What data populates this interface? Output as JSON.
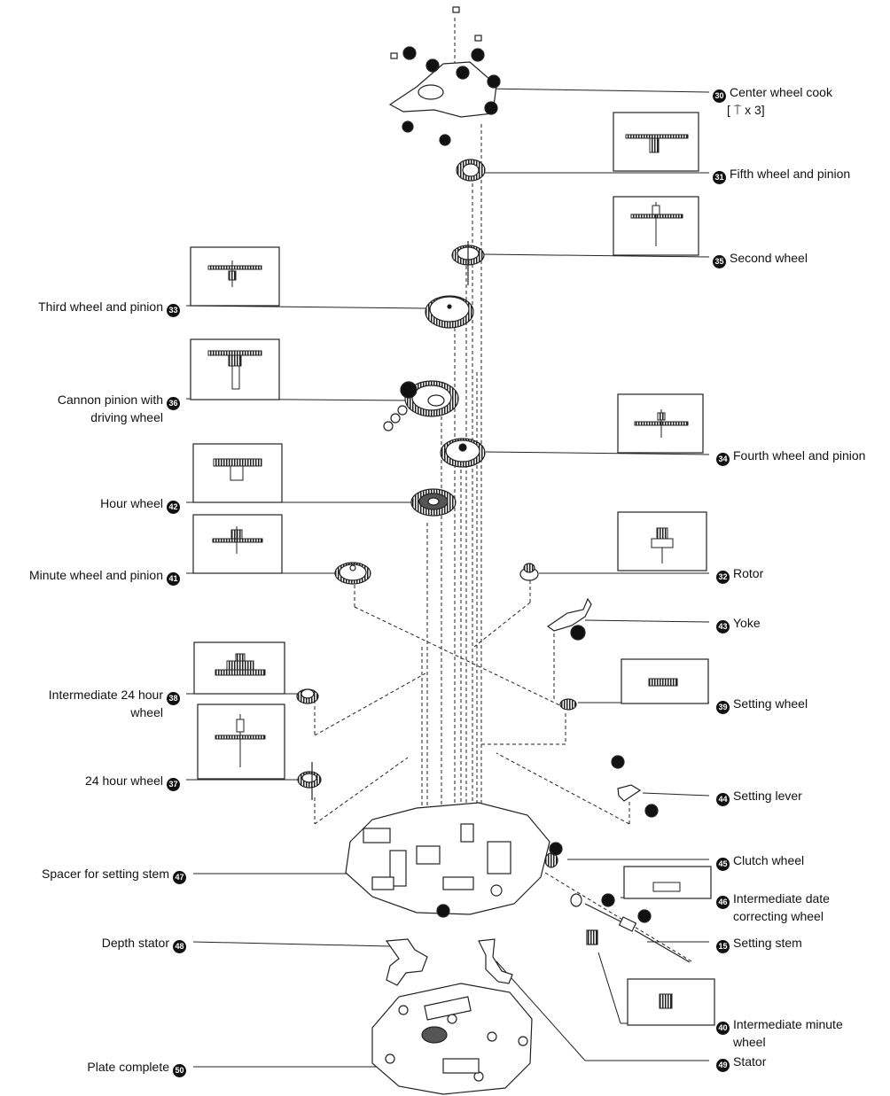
{
  "labels": {
    "center_wheel_cock": {
      "num": "30",
      "text": "Center wheel cook",
      "sub": "[ ⍑ x 3]"
    },
    "fifth_wheel": {
      "num": "31",
      "text": "Fifth wheel and pinion"
    },
    "second_wheel": {
      "num": "35",
      "text": "Second wheel"
    },
    "third_wheel": {
      "num": "33",
      "text": "Third wheel and pinion"
    },
    "cannon_pinion": {
      "num": "36",
      "text": "Cannon pinion with",
      "text2": "driving wheel"
    },
    "fourth_wheel": {
      "num": "34",
      "text": "Fourth wheel and pinion"
    },
    "hour_wheel": {
      "num": "42",
      "text": "Hour wheel"
    },
    "minute_wheel": {
      "num": "41",
      "text": "Minute wheel and pinion"
    },
    "rotor": {
      "num": "32",
      "text": "Rotor"
    },
    "yoke": {
      "num": "43",
      "text": "Yoke"
    },
    "intermediate_24h": {
      "num": "38",
      "text": "Intermediate 24 hour",
      "text2": "wheel"
    },
    "setting_wheel": {
      "num": "39",
      "text": "Setting wheel"
    },
    "hour24_wheel": {
      "num": "37",
      "text": "24 hour wheel"
    },
    "setting_lever": {
      "num": "44",
      "text": "Setting lever"
    },
    "spacer": {
      "num": "47",
      "text": "Spacer for setting stem"
    },
    "clutch_wheel": {
      "num": "45",
      "text": "Clutch wheel"
    },
    "int_date_wheel": {
      "num": "46",
      "text": "Intermediate date",
      "text2": "correcting wheel"
    },
    "depth_stator": {
      "num": "48",
      "text": "Depth stator"
    },
    "setting_stem": {
      "num": "15",
      "text": "Setting stem"
    },
    "int_minute_wheel": {
      "num": "40",
      "text": "Intermediate minute",
      "text2": "wheel"
    },
    "stator": {
      "num": "49",
      "text": "Stator"
    },
    "plate_complete": {
      "num": "50",
      "text": "Plate complete"
    }
  }
}
